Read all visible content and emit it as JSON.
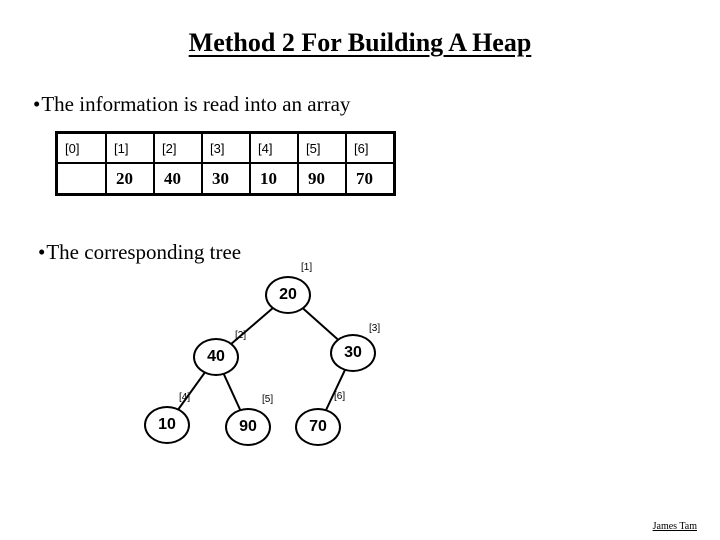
{
  "slide": {
    "title": "Method 2 For Building A Heap",
    "bullet_char": "•",
    "bullets": [
      "The information is read into an array",
      "The corresponding tree"
    ],
    "footer": "James Tam"
  },
  "array_table": {
    "cells": [
      {
        "index": "[0]",
        "value": ""
      },
      {
        "index": "[1]",
        "value": "20"
      },
      {
        "index": "[2]",
        "value": "40"
      },
      {
        "index": "[3]",
        "value": "30"
      },
      {
        "index": "[4]",
        "value": "10"
      },
      {
        "index": "[5]",
        "value": "90"
      },
      {
        "index": "[6]",
        "value": "70"
      }
    ]
  },
  "tree": {
    "nodes": [
      {
        "id": "[1]",
        "value": "20"
      },
      {
        "id": "[2]",
        "value": "40"
      },
      {
        "id": "[3]",
        "value": "30"
      },
      {
        "id": "[4]",
        "value": "10"
      },
      {
        "id": "[5]",
        "value": "90"
      },
      {
        "id": "[6]",
        "value": "70"
      }
    ],
    "edges": [
      {
        "from": "[1]",
        "to": "[2]"
      },
      {
        "from": "[1]",
        "to": "[3]"
      },
      {
        "from": "[2]",
        "to": "[4]"
      },
      {
        "from": "[2]",
        "to": "[5]"
      },
      {
        "from": "[3]",
        "to": "[6]"
      }
    ],
    "colors": {
      "stroke": "#000000",
      "fill": "#ffffff"
    }
  }
}
